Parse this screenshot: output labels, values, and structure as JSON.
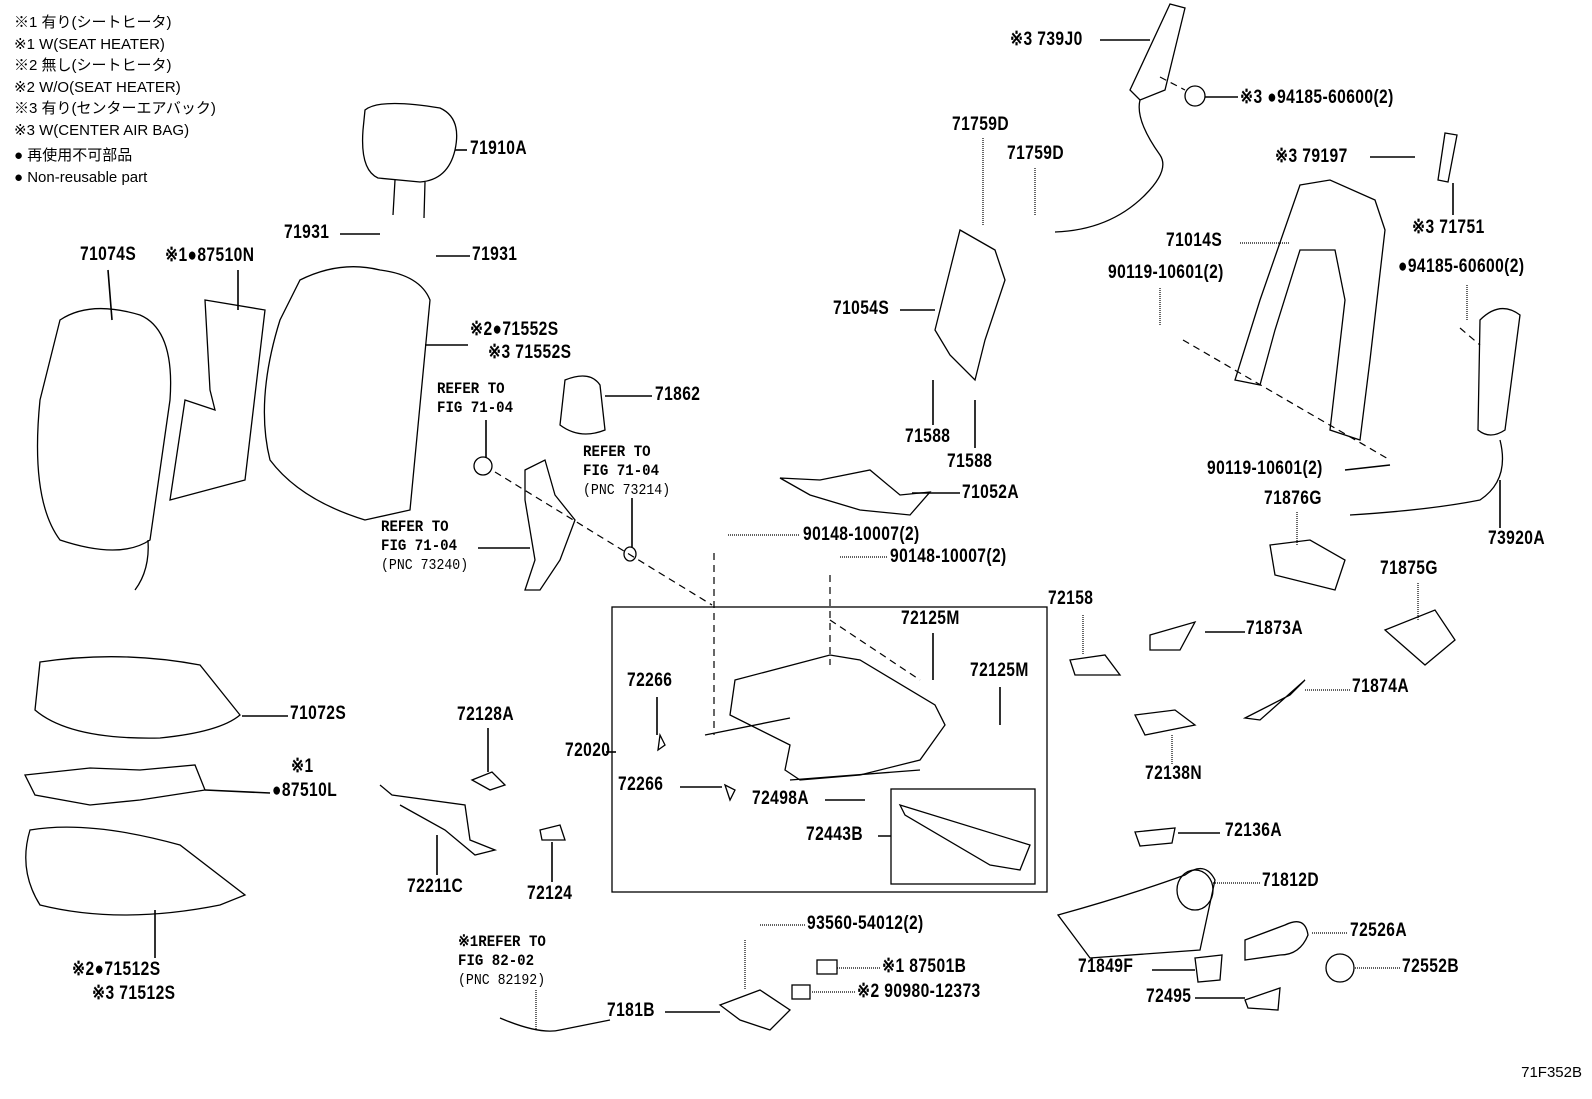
{
  "legend": {
    "lines": [
      "※1 有り(シートヒータ)",
      "※1 W(SEAT HEATER)",
      "※2 無し(シートヒータ)",
      "※2 W/O(SEAT HEATER)",
      "※3 有り(センターエアバック)",
      "※3 W(CENTER AIR BAG)"
    ],
    "nonreusable_jp": "● 再使用不可部品",
    "nonreusable_en": "● Non-reusable part"
  },
  "labels": [
    "71910A",
    "71931",
    "71931",
    "71074S",
    "※1●87510N",
    "※2●71552S",
    "※3 71552S",
    "71862",
    "90148-10007(2)",
    "90148-10007(2)",
    "71052A",
    "71759D",
    "71759D",
    "71054S",
    "71588",
    "71588",
    "※3 739J0",
    "※3 ●94185-60600(2)",
    "※3 79197",
    "71014S",
    "※3 71751",
    "90119-10601(2)",
    "●94185-60600(2)",
    "90119-10601(2)",
    "71876G",
    "73920A",
    "71875G",
    "72158",
    "71873A",
    "71874A",
    "72138N",
    "72136A",
    "71812D",
    "72526A",
    "72552B",
    "71849F",
    "72495",
    "72125M",
    "72125M",
    "72266",
    "72266",
    "72020",
    "72498A",
    "72443B",
    "72128A",
    "72211C",
    "72124",
    "71072S",
    "※1",
    "●87510L",
    "※2●71512S",
    "※3 71512S",
    "93560-54012(2)",
    "※1 87501B",
    "※2 90980-12373",
    "7181B"
  ],
  "refs": [
    {
      "l1": "REFER TO",
      "l2": "FIG 71-04",
      "l3": ""
    },
    {
      "l1": "REFER TO",
      "l2": "FIG 71-04",
      "l3": "(PNC 73214)"
    },
    {
      "l1": "REFER TO",
      "l2": "FIG 71-04",
      "l3": "(PNC 73240)"
    },
    {
      "l1": "※1REFER TO",
      "l2": "FIG 82-02",
      "l3": "(PNC 82192)"
    }
  ],
  "figure_id": "71F352B"
}
